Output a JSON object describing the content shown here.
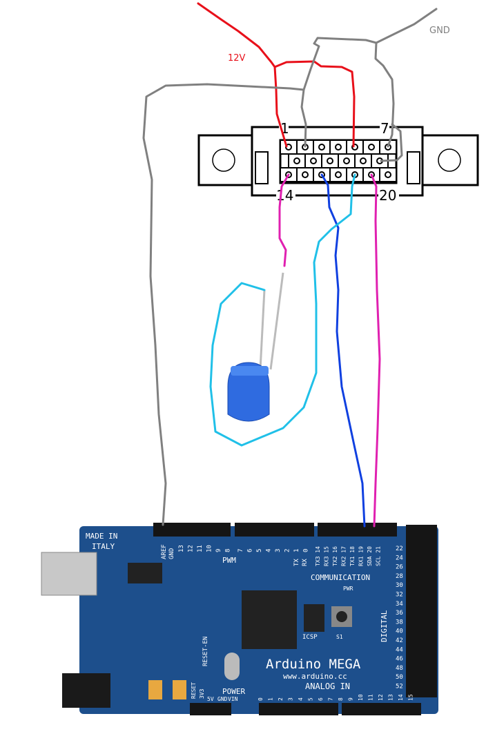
{
  "labels": {
    "v12": "12V",
    "gnd": "GND"
  },
  "connector": {
    "pin_first_top": "1",
    "pin_last_top": "7",
    "pin_first_bottom": "14",
    "pin_last_bottom": "20"
  },
  "board": {
    "made_in": "MADE IN",
    "italy": "ITALY",
    "pwm": "PWM",
    "communication": "COMMUNICATION",
    "name": "Arduino MEGA",
    "url": "www.arduino.cc",
    "analog_in": "ANALOG IN",
    "power": "POWER",
    "digital": "DIGITAL",
    "icsp": "ICSP",
    "pwr": "PWR",
    "s1": "S1",
    "reset_en": "RESET-EN",
    "aref": "AREF",
    "gnd_pin": "GND",
    "pwm_pins": [
      "13",
      "12",
      "11",
      "10",
      "9",
      "8",
      "7",
      "6",
      "5",
      "4",
      "3",
      "2",
      "1",
      "0"
    ],
    "tx": "TX",
    "rx": "RX",
    "comm_pins": [
      "TX3 14",
      "RX3 15",
      "TX2 16",
      "RX2 17",
      "TX1 18",
      "RX1 19",
      "SDA 20",
      "SCL 21"
    ],
    "power_pins": [
      "RESET",
      "3V3",
      "5V",
      "GND",
      "VIN"
    ],
    "analog_pins": [
      "0",
      "1",
      "2",
      "3",
      "4",
      "5",
      "6",
      "7",
      "8",
      "9",
      "10",
      "11",
      "12",
      "13",
      "14",
      "15"
    ],
    "digital_pins": [
      "22",
      "24",
      "26",
      "28",
      "30",
      "32",
      "34",
      "36",
      "38",
      "40",
      "42",
      "44",
      "46",
      "48",
      "50",
      "52"
    ]
  },
  "colors": {
    "v12": "#e8101a",
    "gnd": "#808080",
    "magenta": "#e020b0",
    "blue": "#1040e0",
    "cyan": "#20c0e8",
    "board": "#1d4f8c"
  }
}
